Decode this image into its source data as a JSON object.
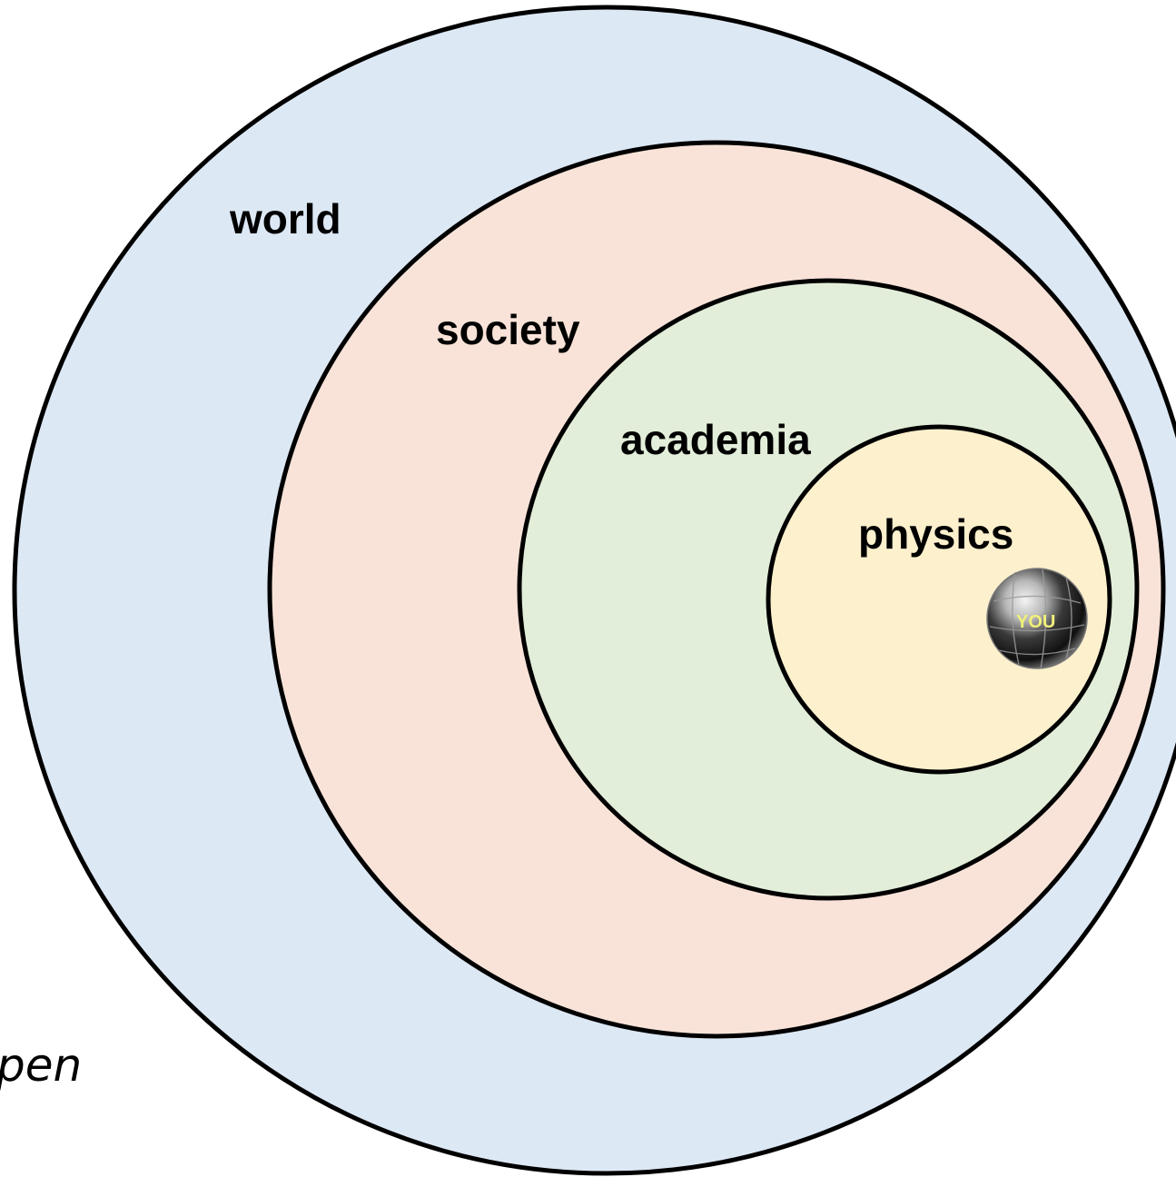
{
  "diagram": {
    "rings": [
      {
        "id": "world",
        "label": "world",
        "fill": "#dde8f5"
      },
      {
        "id": "society",
        "label": "society",
        "fill": "#f9e3d8"
      },
      {
        "id": "academia",
        "label": "academia",
        "fill": "#e2eed9"
      },
      {
        "id": "physics",
        "label": "physics",
        "fill": "#fdf0cd"
      }
    ],
    "marker": {
      "label": "YOU",
      "icon": "puzzle-globe-icon"
    },
    "edge_text": "pen",
    "stroke_color": "#000000"
  }
}
